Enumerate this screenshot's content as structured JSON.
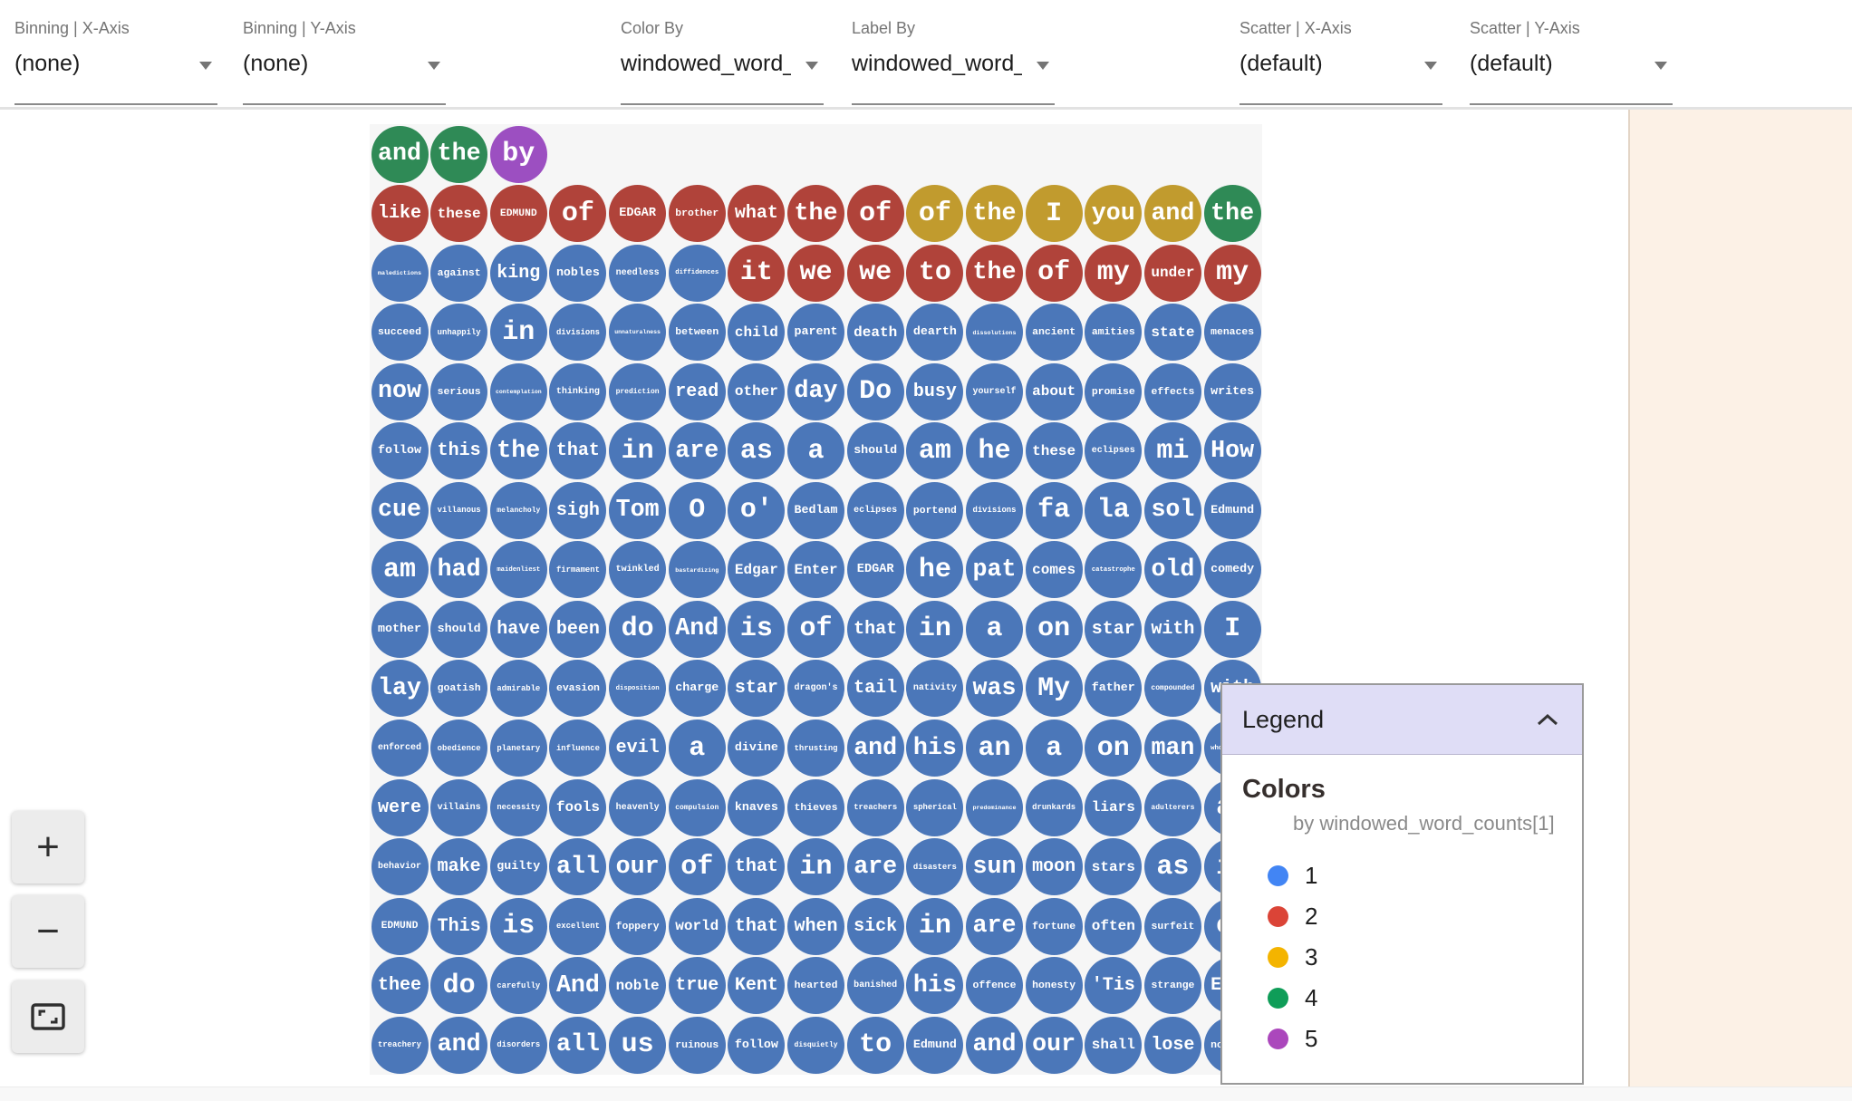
{
  "toolbar": {
    "dropdowns": [
      {
        "label": "Binning | X-Axis",
        "value": "(none)"
      },
      {
        "label": "Binning | Y-Axis",
        "value": "(none)"
      },
      {
        "label": "Color By",
        "value": "windowed_word_counts"
      },
      {
        "label": "Label By",
        "value": "windowed_word_counts"
      },
      {
        "label": "Scatter | X-Axis",
        "value": "(default)"
      },
      {
        "label": "Scatter | Y-Axis",
        "value": "(default)"
      }
    ]
  },
  "zoom_controls": {
    "zoom_in_label": "+",
    "zoom_out_label": "−",
    "fit_icon": "fit-to-screen-icon"
  },
  "legend": {
    "title": "Legend",
    "section": "Colors",
    "subtitle": "by windowed_word_counts[1]",
    "items": [
      {
        "label": "1",
        "color": "#4285f4"
      },
      {
        "label": "2",
        "color": "#db4437"
      },
      {
        "label": "3",
        "color": "#f4b400"
      },
      {
        "label": "4",
        "color": "#0f9d58"
      },
      {
        "label": "5",
        "color": "#ab47bc"
      }
    ]
  },
  "palette": {
    "blue": "#4b77b9",
    "red": "#b0433a",
    "yellow": "#c19b2e",
    "green": "#2f8a56",
    "purple": "#9c4fc1"
  },
  "grid": {
    "default_color": "blue",
    "rows": [
      [
        [
          "and",
          "green"
        ],
        [
          "the",
          "green"
        ],
        [
          "by",
          "purple"
        ]
      ],
      [
        [
          "like",
          "red"
        ],
        [
          "these",
          "red"
        ],
        [
          "EDMUND",
          "red"
        ],
        [
          "of",
          "red"
        ],
        [
          "EDGAR",
          "red"
        ],
        [
          "brother",
          "red"
        ],
        [
          "what",
          "red"
        ],
        [
          "the",
          "red"
        ],
        [
          "of",
          "red"
        ],
        [
          "of",
          "yellow"
        ],
        [
          "the",
          "yellow"
        ],
        [
          "I",
          "yellow"
        ],
        [
          "you",
          "yellow"
        ],
        [
          "and",
          "yellow"
        ],
        [
          "the",
          "green"
        ]
      ],
      [
        [
          "maledictions",
          "blue"
        ],
        [
          "against",
          "blue"
        ],
        [
          "king",
          "blue"
        ],
        [
          "nobles",
          "blue"
        ],
        [
          "needless",
          "blue"
        ],
        [
          "diffidences",
          "blue"
        ],
        [
          "it",
          "red"
        ],
        [
          "we",
          "red"
        ],
        [
          "we",
          "red"
        ],
        [
          "to",
          "red"
        ],
        [
          "the",
          "red"
        ],
        [
          "of",
          "red"
        ],
        [
          "my",
          "red"
        ],
        [
          "under",
          "red"
        ],
        [
          "my",
          "red"
        ]
      ],
      [
        "succeed",
        "unhappily",
        "in",
        "divisions",
        "unnaturalness",
        "between",
        "child",
        "parent",
        "death",
        "dearth",
        "dissolutions",
        "ancient",
        "amities",
        "state",
        "menaces"
      ],
      [
        "now",
        "serious",
        "contemplation",
        "thinking",
        "prediction",
        "read",
        "other",
        "day",
        "Do",
        "busy",
        "yourself",
        "about",
        "promise",
        "effects",
        "writes"
      ],
      [
        "follow",
        "this",
        "the",
        "that",
        "in",
        "are",
        "as",
        "a",
        "should",
        "am",
        "he",
        "these",
        "eclipses",
        "mi",
        "How"
      ],
      [
        "cue",
        "villanous",
        "melancholy",
        "sigh",
        "Tom",
        "O",
        "o'",
        "Bedlam",
        "eclipses",
        "portend",
        "divisions",
        "fa",
        "la",
        "sol",
        "Edmund"
      ],
      [
        "am",
        "had",
        "maidenliest",
        "firmament",
        "twinkled",
        "bastardizing",
        "Edgar",
        "Enter",
        "EDGAR",
        "he",
        "pat",
        "comes",
        "catastrophe",
        "old",
        "comedy"
      ],
      [
        "mother",
        "should",
        "have",
        "been",
        "do",
        "And",
        "is",
        "of",
        "that",
        "in",
        "a",
        "on",
        "star",
        "with",
        "I"
      ],
      [
        "lay",
        "goatish",
        "admirable",
        "evasion",
        "disposition",
        "charge",
        "star",
        "dragon's",
        "tail",
        "nativity",
        "was",
        "My",
        "father",
        "compounded",
        "with"
      ],
      [
        "enforced",
        "obedience",
        "planetary",
        "influence",
        "evil",
        "a",
        "divine",
        "thrusting",
        "and",
        "his",
        "an",
        "a",
        "on",
        "man",
        "whoremaster"
      ],
      [
        "were",
        "villains",
        "necessity",
        "fools",
        "heavenly",
        "compulsion",
        "knaves",
        "thieves",
        "treachers",
        "spherical",
        "predominance",
        "drunkards",
        "liars",
        "adulterers",
        "an"
      ],
      [
        "behavior",
        "make",
        "guilty",
        "all",
        "our",
        "of",
        "that",
        "in",
        "are",
        "disasters",
        "sun",
        "moon",
        "stars",
        "as",
        "if"
      ],
      [
        "EDMUND",
        "This",
        "is",
        "excellent",
        "foppery",
        "world",
        "that",
        "when",
        "sick",
        "in",
        "are",
        "fortune",
        "often",
        "surfeit",
        "of"
      ],
      [
        "thee",
        "do",
        "carefully",
        "And",
        "noble",
        "true",
        "Kent",
        "hearted",
        "banished",
        "his",
        "offence",
        "honesty",
        "'Tis",
        "strange",
        "Exit"
      ],
      [
        "treachery",
        "and",
        "disorders",
        "all",
        "us",
        "ruinous",
        "follow",
        "disquietly",
        "to",
        "Edmund",
        "and",
        "our",
        "shall",
        "lose",
        "nothing"
      ]
    ]
  }
}
